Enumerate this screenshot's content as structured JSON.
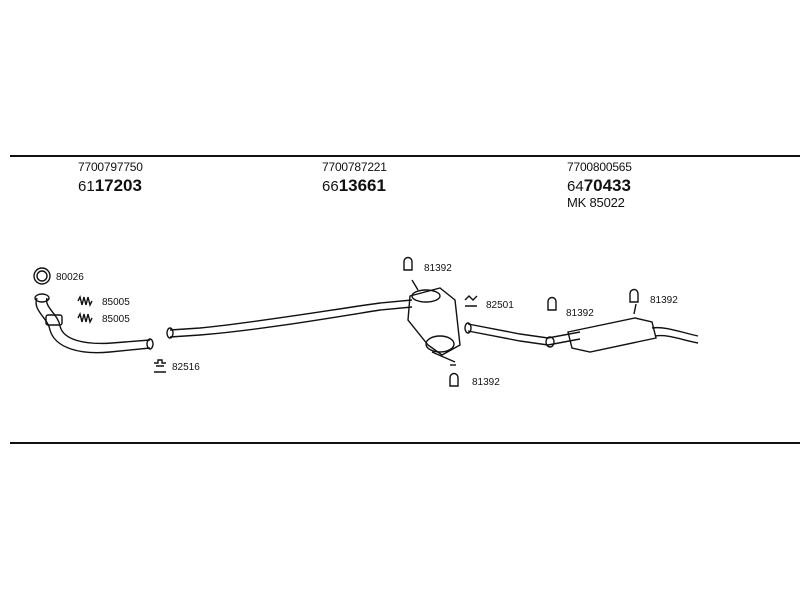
{
  "groups": [
    {
      "ref": "7700797750",
      "num_prefix": "61",
      "num_bold": "17203"
    },
    {
      "ref": "7700787221",
      "num_prefix": "66",
      "num_bold": "13661"
    },
    {
      "ref": "7700800565",
      "num_prefix": "64",
      "num_bold": "70433",
      "extra": "MK  85022"
    }
  ],
  "part_codes": {
    "ring": "80026",
    "spring1": "85005",
    "spring2": "85005",
    "clamp_front": "82516",
    "hanger_mid_top": "81392",
    "clamp_mid": "82501",
    "hanger_mid_bottom": "81392",
    "hanger_rear_left": "81392",
    "hanger_rear_right": "81392"
  }
}
